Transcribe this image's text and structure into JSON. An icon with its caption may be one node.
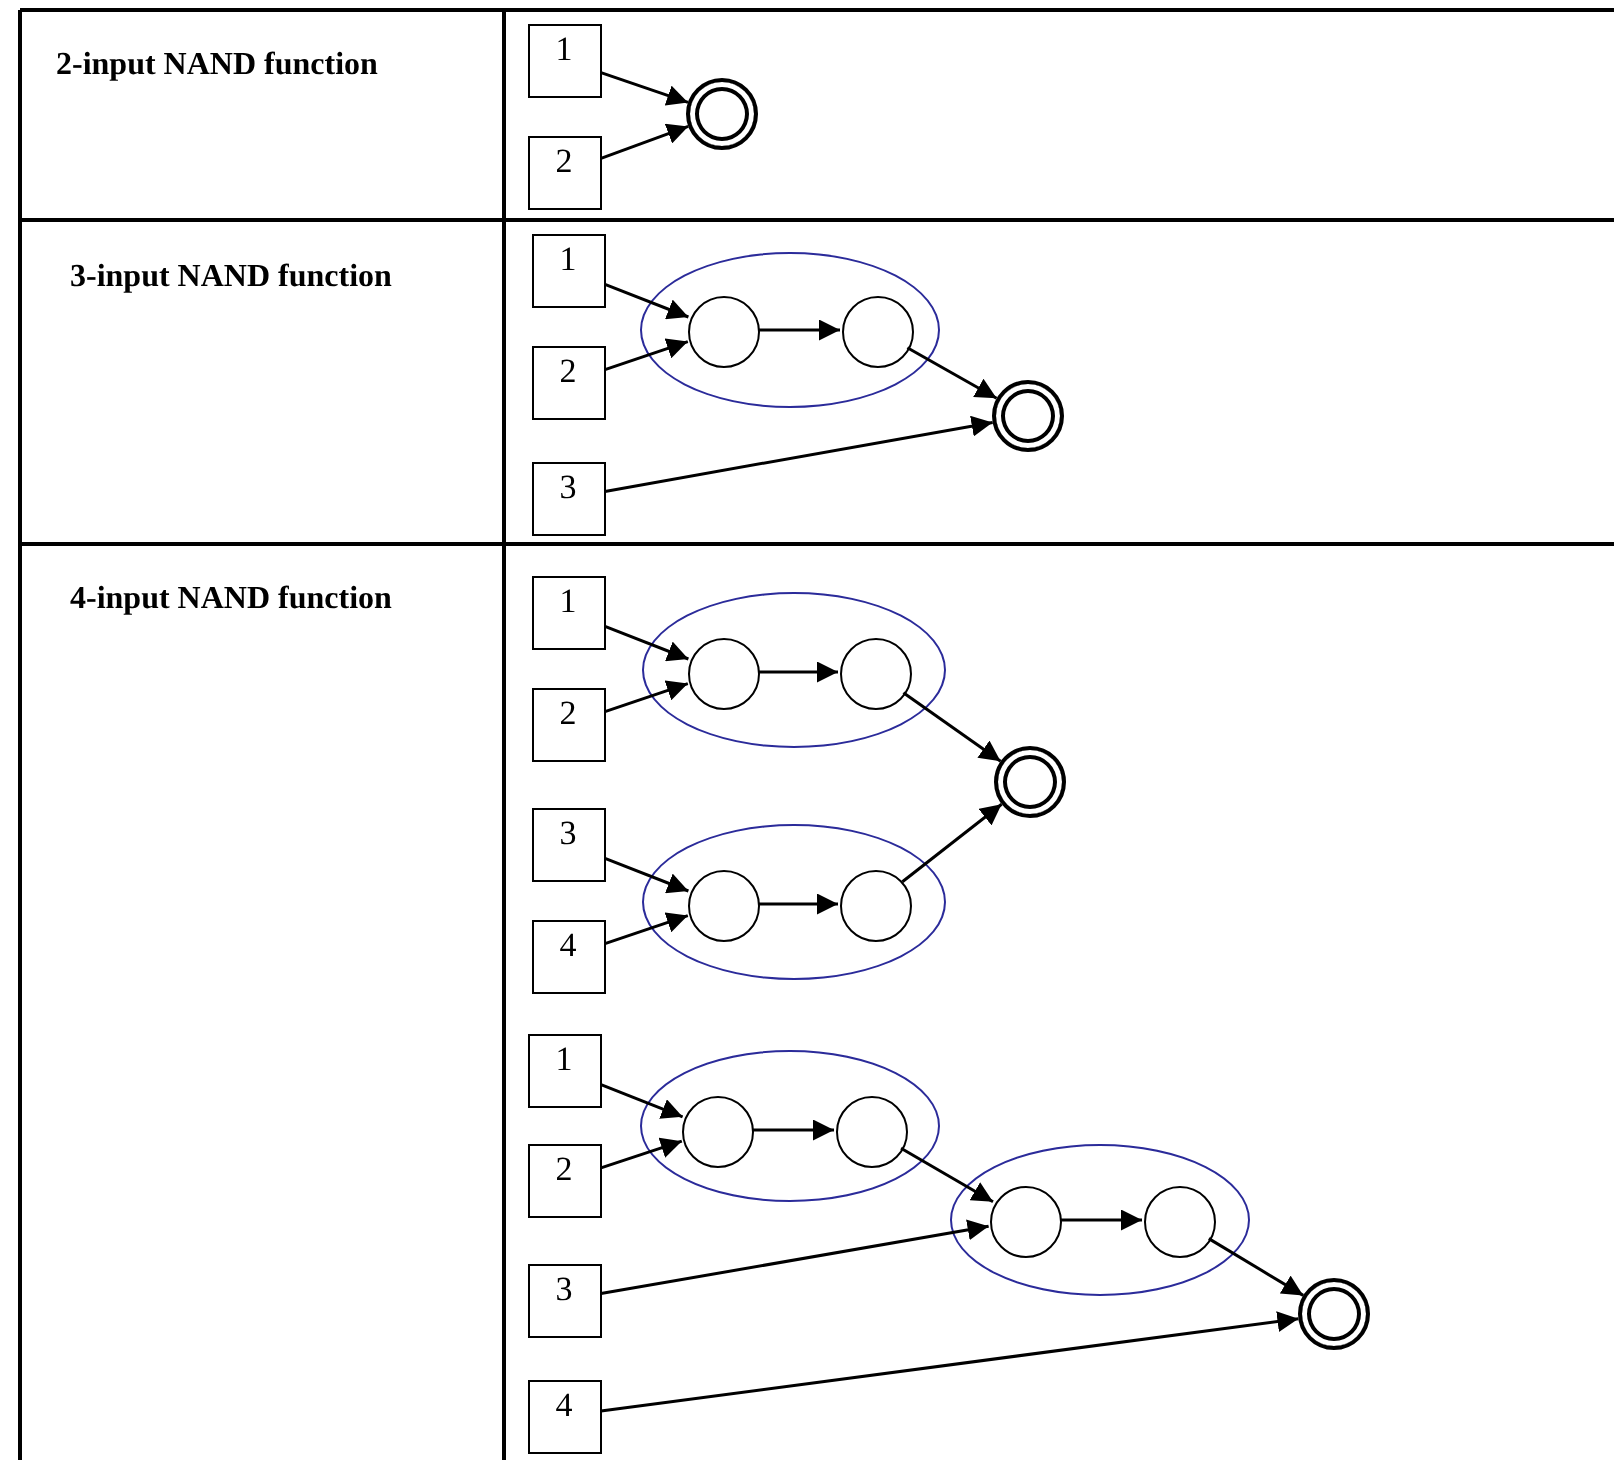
{
  "diagram": {
    "nodes": [
      {
        "text": [
          "1"
        ]
      },
      {
        "text": [
          "2"
        ]
      },
      {
        "text": [],
        "shape": "circle"
      },
      {
        "text": [
          "1"
        ]
      },
      {
        "text": [
          "2"
        ]
      },
      {
        "text": [
          "3"
        ]
      },
      {
        "text": [],
        "shape": "ellipse"
      },
      {
        "text": [],
        "shape": "circle",
        "in": 6
      },
      {
        "text": [],
        "shape": "circle",
        "in": 6
      },
      {
        "text": [],
        "shape": "circle"
      },
      {
        "text": [
          "1"
        ]
      },
      {
        "text": [
          "2"
        ]
      },
      {
        "text": [
          "3"
        ]
      },
      {
        "text": [
          "4"
        ]
      },
      {
        "text": [],
        "shape": "ellipse"
      },
      {
        "text": [],
        "shape": "circle",
        "in": 14
      },
      {
        "text": [],
        "shape": "circle",
        "in": 14
      },
      {
        "text": [],
        "shape": "ellipse"
      },
      {
        "text": [],
        "shape": "circle",
        "in": 17
      },
      {
        "text": [],
        "shape": "circle",
        "in": 17
      },
      {
        "text": [],
        "shape": "circle"
      },
      {
        "text": [
          "1"
        ]
      },
      {
        "text": [
          "2"
        ]
      },
      {
        "text": [
          "3"
        ]
      },
      {
        "text": [
          "4"
        ]
      },
      {
        "text": [],
        "shape": "ellipse"
      },
      {
        "text": [],
        "shape": "circle",
        "in": 25
      },
      {
        "text": [],
        "shape": "circle",
        "in": 25
      },
      {
        "text": [],
        "shape": "ellipse"
      },
      {
        "text": [],
        "shape": "circle",
        "in": 28
      },
      {
        "text": [],
        "shape": "circle",
        "in": 28
      },
      {
        "text": [],
        "shape": "circle"
      }
    ],
    "edges": [
      {
        "from": 0,
        "to": 2,
        "arrow": "to"
      },
      {
        "from": 1,
        "to": 2,
        "arrow": "to"
      },
      {
        "from": 3,
        "to": 7,
        "arrow": "to"
      },
      {
        "from": 4,
        "to": 7,
        "arrow": "to"
      },
      {
        "from": 7,
        "to": 8,
        "arrow": "to"
      },
      {
        "from": 8,
        "to": 9,
        "arrow": "to"
      },
      {
        "from": 5,
        "to": 9,
        "arrow": "to"
      },
      {
        "from": 10,
        "to": 15,
        "arrow": "to"
      },
      {
        "from": 11,
        "to": 15,
        "arrow": "to"
      },
      {
        "from": 15,
        "to": 16,
        "arrow": "to"
      },
      {
        "from": 16,
        "to": 20,
        "arrow": "to"
      },
      {
        "from": 12,
        "to": 18,
        "arrow": "to"
      },
      {
        "from": 13,
        "to": 18,
        "arrow": "to"
      },
      {
        "from": 18,
        "to": 19,
        "arrow": "to"
      },
      {
        "from": 19,
        "to": 20,
        "arrow": "to"
      },
      {
        "from": 21,
        "to": 26,
        "arrow": "to"
      },
      {
        "from": 22,
        "to": 26,
        "arrow": "to"
      },
      {
        "from": 26,
        "to": 27,
        "arrow": "to"
      },
      {
        "from": 27,
        "to": 29,
        "arrow": "to"
      },
      {
        "from": 23,
        "to": 29,
        "arrow": "to"
      },
      {
        "from": 29,
        "to": 30,
        "arrow": "to"
      },
      {
        "from": 30,
        "to": 31,
        "arrow": "to"
      },
      {
        "from": 24,
        "to": 31,
        "arrow": "to"
      }
    ],
    "labels": [
      "2-input NAND function",
      "3-input NAND function",
      "4-input NAND function"
    ]
  }
}
